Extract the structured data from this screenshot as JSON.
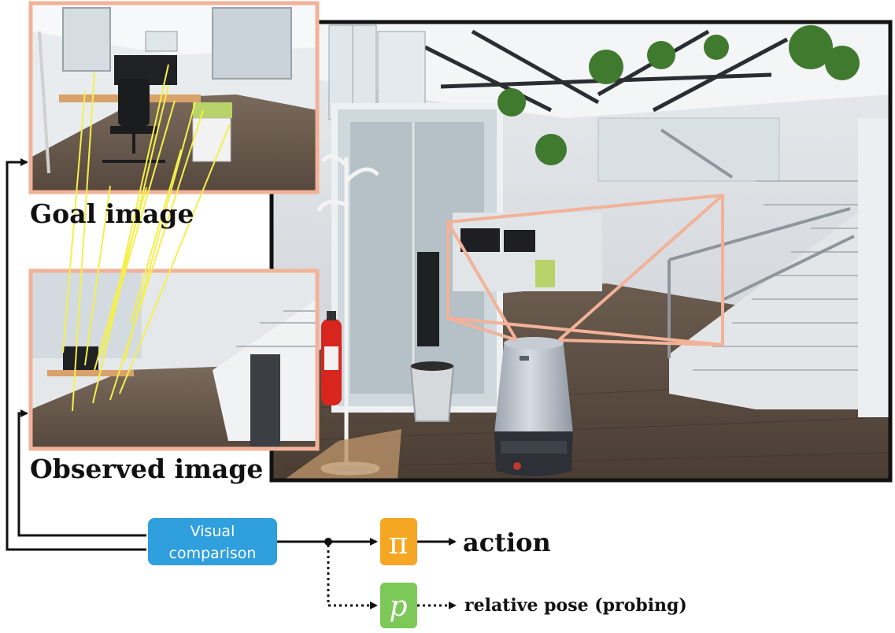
{
  "labels": {
    "goal": "Goal image",
    "observed": "Observed image",
    "visual_comparison_line1": "Visual",
    "visual_comparison_line2": "comparison",
    "pi_symbol": "π",
    "p_symbol": "p",
    "action": "action",
    "relative_pose": "relative pose (probing)"
  },
  "colors": {
    "frame_border": "#f2b298",
    "correspondence": "#f4f04a",
    "comparison_box": "#2f9fdd",
    "pi_box": "#f5a623",
    "p_box": "#7cc95a",
    "arrow": "#111111",
    "robot_body": "#b9c1cc",
    "robot_base": "#2d3036"
  },
  "icons": {
    "robot": "robot-icon",
    "trash_bin": "trash-bin-icon",
    "fire_extinguisher": "fire-extinguisher-icon",
    "office_chair": "office-chair-icon",
    "coat_rack": "coat-rack-icon"
  }
}
